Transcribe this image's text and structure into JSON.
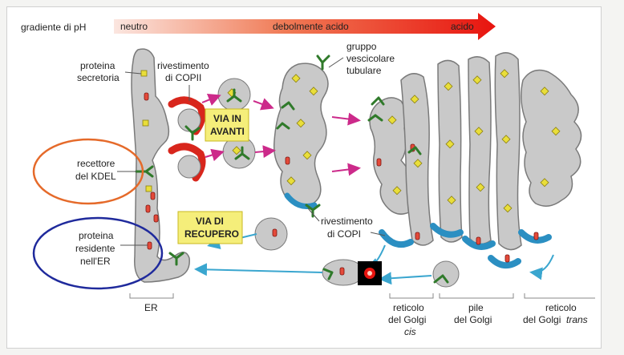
{
  "ph": {
    "label": "gradiente di pH",
    "neutral": "neutro",
    "weak": "debolmente acido",
    "acid": "acido"
  },
  "labels": {
    "proteina_secretoria": [
      "proteina",
      "secretoria"
    ],
    "rivestimento_copii": [
      "rivestimento",
      "di COPII"
    ],
    "gruppo": [
      "gruppo",
      "vescicolare",
      "tubulare"
    ],
    "recettore": [
      "recettore",
      "del KDEL"
    ],
    "proteina_residente": [
      "proteina",
      "residente",
      "nell'ER"
    ],
    "rivestimento_copi": [
      "rivestimento",
      "di COPI"
    ]
  },
  "boxes": {
    "avanti": [
      "VIA IN",
      "AVANTI"
    ],
    "recupero": [
      "VIA DI",
      "RECUPERO"
    ]
  },
  "bottom": {
    "er": "ER",
    "cis": [
      "reticolo",
      "del Golgi",
      "cis"
    ],
    "pile": [
      "pile",
      "del Golgi"
    ],
    "trans": [
      "reticolo",
      "del Golgi",
      "trans"
    ]
  },
  "colors": {
    "membrane": "#c9c9c9",
    "outline": "#7a7a7a",
    "copii": "#d8261c",
    "copi": "#2b8fc2",
    "cargo": "#e9de3a",
    "highlight_orange": "#e56a2a",
    "highlight_blue": "#1f2a9c",
    "arrow_magenta": "#cc2a8a",
    "arrow_cyan": "#3aa6cf"
  }
}
